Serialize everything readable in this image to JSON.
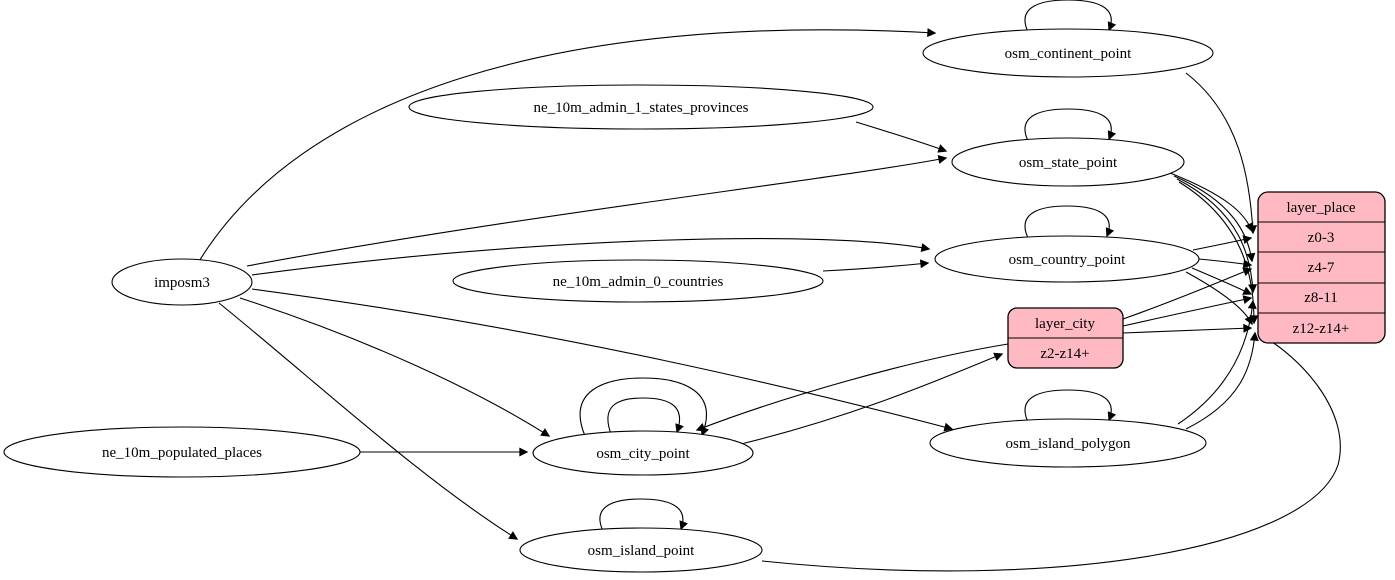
{
  "diagram": {
    "kind": "graphviz-etl-dependency-graph",
    "colors": {
      "background": "#ffffff",
      "edge_stroke": "#000000",
      "ellipse_fill": "#ffffff",
      "record_fill": "#ffb9c2"
    },
    "nodes": {
      "imposm3": {
        "label": "imposm3",
        "shape": "ellipse"
      },
      "ne_10m_admin_1_states_provinces": {
        "label": "ne_10m_admin_1_states_provinces",
        "shape": "ellipse"
      },
      "ne_10m_admin_0_countries": {
        "label": "ne_10m_admin_0_countries",
        "shape": "ellipse"
      },
      "ne_10m_populated_places": {
        "label": "ne_10m_populated_places",
        "shape": "ellipse"
      },
      "osm_continent_point": {
        "label": "osm_continent_point",
        "shape": "ellipse"
      },
      "osm_state_point": {
        "label": "osm_state_point",
        "shape": "ellipse"
      },
      "osm_country_point": {
        "label": "osm_country_point",
        "shape": "ellipse"
      },
      "osm_city_point": {
        "label": "osm_city_point",
        "shape": "ellipse"
      },
      "osm_island_polygon": {
        "label": "osm_island_polygon",
        "shape": "ellipse"
      },
      "osm_island_point": {
        "label": "osm_island_point",
        "shape": "ellipse"
      },
      "layer_city": {
        "title": "layer_city",
        "rows": [
          "z2-z14+"
        ]
      },
      "layer_place": {
        "title": "layer_place",
        "rows": [
          "z0-3",
          "z4-7",
          "z8-11",
          "z12-z14+"
        ]
      }
    },
    "edges": [
      {
        "from": "imposm3",
        "to": "osm_continent_point"
      },
      {
        "from": "imposm3",
        "to": "osm_state_point"
      },
      {
        "from": "imposm3",
        "to": "osm_country_point"
      },
      {
        "from": "imposm3",
        "to": "osm_city_point"
      },
      {
        "from": "imposm3",
        "to": "osm_island_polygon"
      },
      {
        "from": "imposm3",
        "to": "osm_island_point"
      },
      {
        "from": "ne_10m_admin_1_states_provinces",
        "to": "osm_state_point"
      },
      {
        "from": "ne_10m_admin_0_countries",
        "to": "osm_country_point"
      },
      {
        "from": "ne_10m_populated_places",
        "to": "osm_city_point"
      },
      {
        "from": "osm_continent_point",
        "to": "osm_continent_point",
        "self_loop": true
      },
      {
        "from": "osm_state_point",
        "to": "osm_state_point",
        "self_loop": true
      },
      {
        "from": "osm_country_point",
        "to": "osm_country_point",
        "self_loop": true
      },
      {
        "from": "osm_city_point",
        "to": "osm_city_point",
        "self_loop": true
      },
      {
        "from": "osm_city_point",
        "to": "osm_city_point",
        "self_loop": true
      },
      {
        "from": "osm_island_polygon",
        "to": "osm_island_polygon",
        "self_loop": true
      },
      {
        "from": "osm_island_point",
        "to": "osm_island_point",
        "self_loop": true
      },
      {
        "from": "osm_city_point",
        "to": "layer_city:z2-z14+"
      },
      {
        "from": "layer_city",
        "to": "osm_city_point"
      },
      {
        "from": "osm_continent_point",
        "to": "layer_place:z0-3"
      },
      {
        "from": "osm_state_point",
        "to": "layer_place:z0-3"
      },
      {
        "from": "osm_state_point",
        "to": "layer_place:z4-7"
      },
      {
        "from": "osm_state_point",
        "to": "layer_place:z8-11"
      },
      {
        "from": "osm_state_point",
        "to": "layer_place:z12-z14+"
      },
      {
        "from": "osm_country_point",
        "to": "layer_place:z0-3"
      },
      {
        "from": "osm_country_point",
        "to": "layer_place:z4-7"
      },
      {
        "from": "osm_country_point",
        "to": "layer_place:z8-11"
      },
      {
        "from": "osm_country_point",
        "to": "layer_place:z12-z14+"
      },
      {
        "from": "layer_city",
        "to": "layer_place:z4-7"
      },
      {
        "from": "layer_city",
        "to": "layer_place:z8-11"
      },
      {
        "from": "layer_city",
        "to": "layer_place:z12-z14+"
      },
      {
        "from": "osm_island_polygon",
        "to": "layer_place:z8-11"
      },
      {
        "from": "osm_island_polygon",
        "to": "layer_place:z12-z14+"
      },
      {
        "from": "osm_island_point",
        "to": "layer_place:z12-z14+"
      }
    ]
  }
}
